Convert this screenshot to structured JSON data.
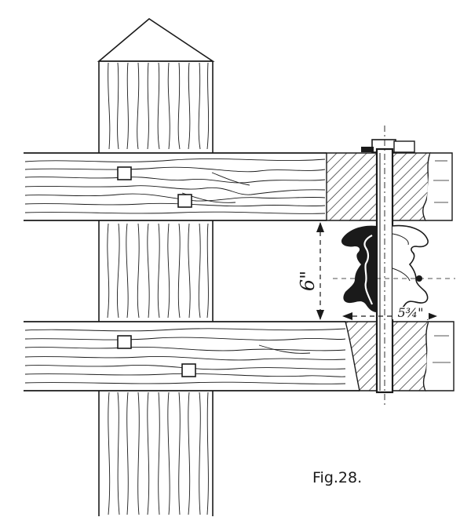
{
  "figure": {
    "caption": "Fig.28.",
    "dimensions": {
      "spacing_label": "6\"",
      "width_label": "5¾\""
    }
  },
  "colors": {
    "ink": "#1a1a1a",
    "paper": "#ffffff"
  }
}
